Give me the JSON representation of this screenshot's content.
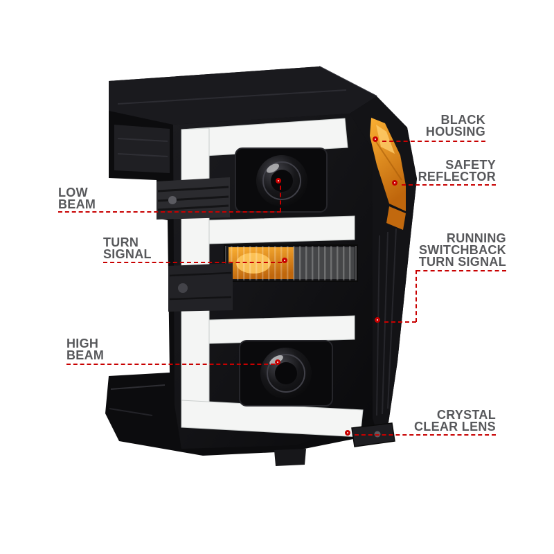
{
  "colors": {
    "background": "#ffffff",
    "label_text": "#57585b",
    "leader_line": "#c80000",
    "marker_ring": "#c80000",
    "marker_fill": "#ffffff",
    "housing_black": "#0c0c0e",
    "drl_white": "#f4f5f4",
    "reflector_amber": "#f09a20"
  },
  "callouts": {
    "low_beam": {
      "lines": [
        "LOW",
        "BEAM"
      ]
    },
    "turn_signal": {
      "lines": [
        "TURN",
        "SIGNAL"
      ]
    },
    "high_beam": {
      "lines": [
        "HIGH",
        "BEAM"
      ]
    },
    "black_housing": {
      "lines": [
        "BLACK",
        "HOUSING"
      ]
    },
    "safety_reflector": {
      "lines": [
        "SAFETY",
        "REFLECTOR"
      ]
    },
    "running_switchback_turn_signal": {
      "lines": [
        "RUNNING",
        "SWITCHBACK",
        "TURN SIGNAL"
      ]
    },
    "crystal_clear_lens": {
      "lines": [
        "CRYSTAL",
        "CLEAR LENS"
      ]
    }
  }
}
